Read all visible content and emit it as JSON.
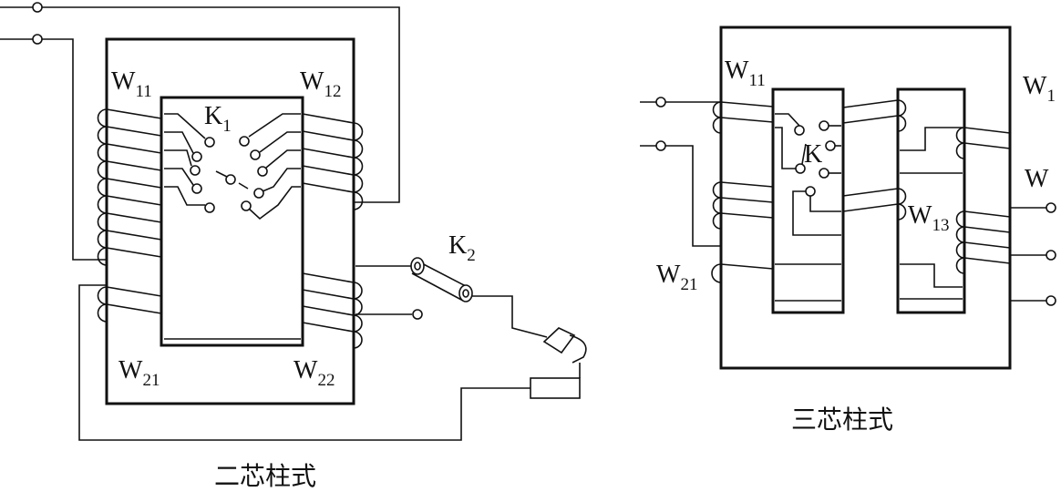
{
  "left": {
    "caption": "二芯柱式",
    "labels": {
      "w11": {
        "main": "W",
        "sub": "11"
      },
      "w12": {
        "main": "W",
        "sub": "12"
      },
      "w21": {
        "main": "W",
        "sub": "21"
      },
      "w22": {
        "main": "W",
        "sub": "22"
      },
      "k1": {
        "main": "K",
        "sub": "1"
      },
      "k2": {
        "main": "K",
        "sub": "2"
      }
    }
  },
  "right": {
    "caption": "三芯柱式",
    "labels": {
      "w11": {
        "main": "W",
        "sub": "11"
      },
      "w1": {
        "main": "W",
        "sub": "1"
      },
      "w": {
        "main": "W",
        "sub": ""
      },
      "w13": {
        "main": "W",
        "sub": "13"
      },
      "w21": {
        "main": "W",
        "sub": "21"
      },
      "k": {
        "main": "K",
        "sub": ""
      }
    }
  }
}
